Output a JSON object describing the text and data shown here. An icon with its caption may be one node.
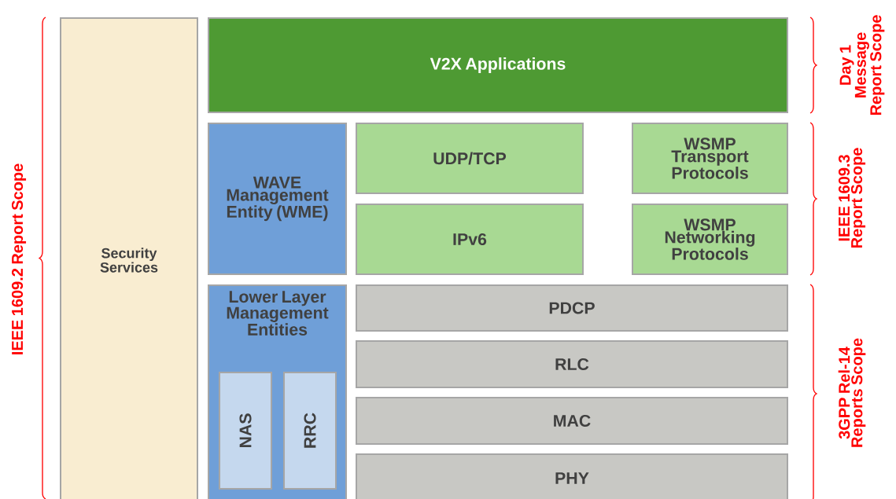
{
  "diagram": {
    "nodes": [
      {
        "text": [
          "Security Services"
        ]
      },
      {
        "text": [
          "V2X Applications"
        ]
      },
      {
        "text": [
          "WAVE Management Entity (WME)"
        ]
      },
      {
        "text": [
          "UDP/TCP"
        ]
      },
      {
        "text": [
          "WSMP Transport Protocols"
        ]
      },
      {
        "text": [
          "IPv6"
        ]
      },
      {
        "text": [
          "WSMP Networking Protocols"
        ]
      },
      {
        "text": [
          "Lower Layer Management Entities"
        ]
      },
      {
        "text": [
          "NAS"
        ],
        "in": 7
      },
      {
        "text": [
          "RRC"
        ],
        "in": 7
      },
      {
        "text": [
          "PDCP"
        ]
      },
      {
        "text": [
          "RLC"
        ]
      },
      {
        "text": [
          "MAC"
        ]
      },
      {
        "text": [
          "PHY"
        ]
      }
    ],
    "labels": [
      "IEEE 1609.2 Report Scope",
      "Day 1 Message Report Scope",
      "IEEE 1609.3 Report Scope",
      "3GPP Rel-14 Reports Scope"
    ]
  }
}
